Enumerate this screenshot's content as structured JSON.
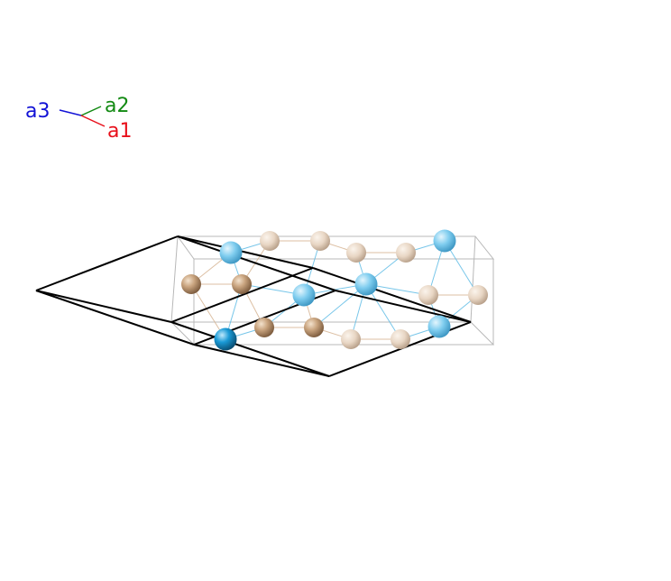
{
  "viewer": {
    "axes": [
      {
        "label": "a1",
        "color": "#e8101b"
      },
      {
        "label": "a2",
        "color": "#138a13"
      },
      {
        "label": "a3",
        "color": "#1212d6"
      }
    ],
    "atom_colors": {
      "tan": "#c9a47f",
      "blue": "#49b7ea"
    }
  }
}
